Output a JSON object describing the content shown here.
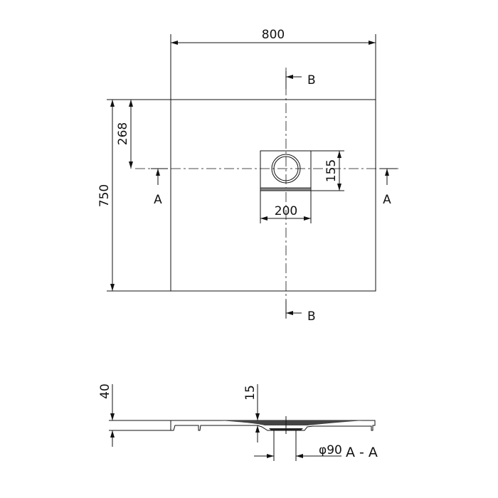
{
  "plan_view": {
    "width_label": "800",
    "depth_label": "750",
    "drain_offset_label": "268",
    "drain_box_width_label": "200",
    "drain_box_depth_label": "155",
    "section_b_top": "B",
    "section_b_bottom": "B",
    "section_a_left": "A",
    "section_a_right": "A"
  },
  "section_view": {
    "height_label": "40",
    "drain_depth_label": "15",
    "diameter_label": "φ90",
    "title": "A - A"
  }
}
